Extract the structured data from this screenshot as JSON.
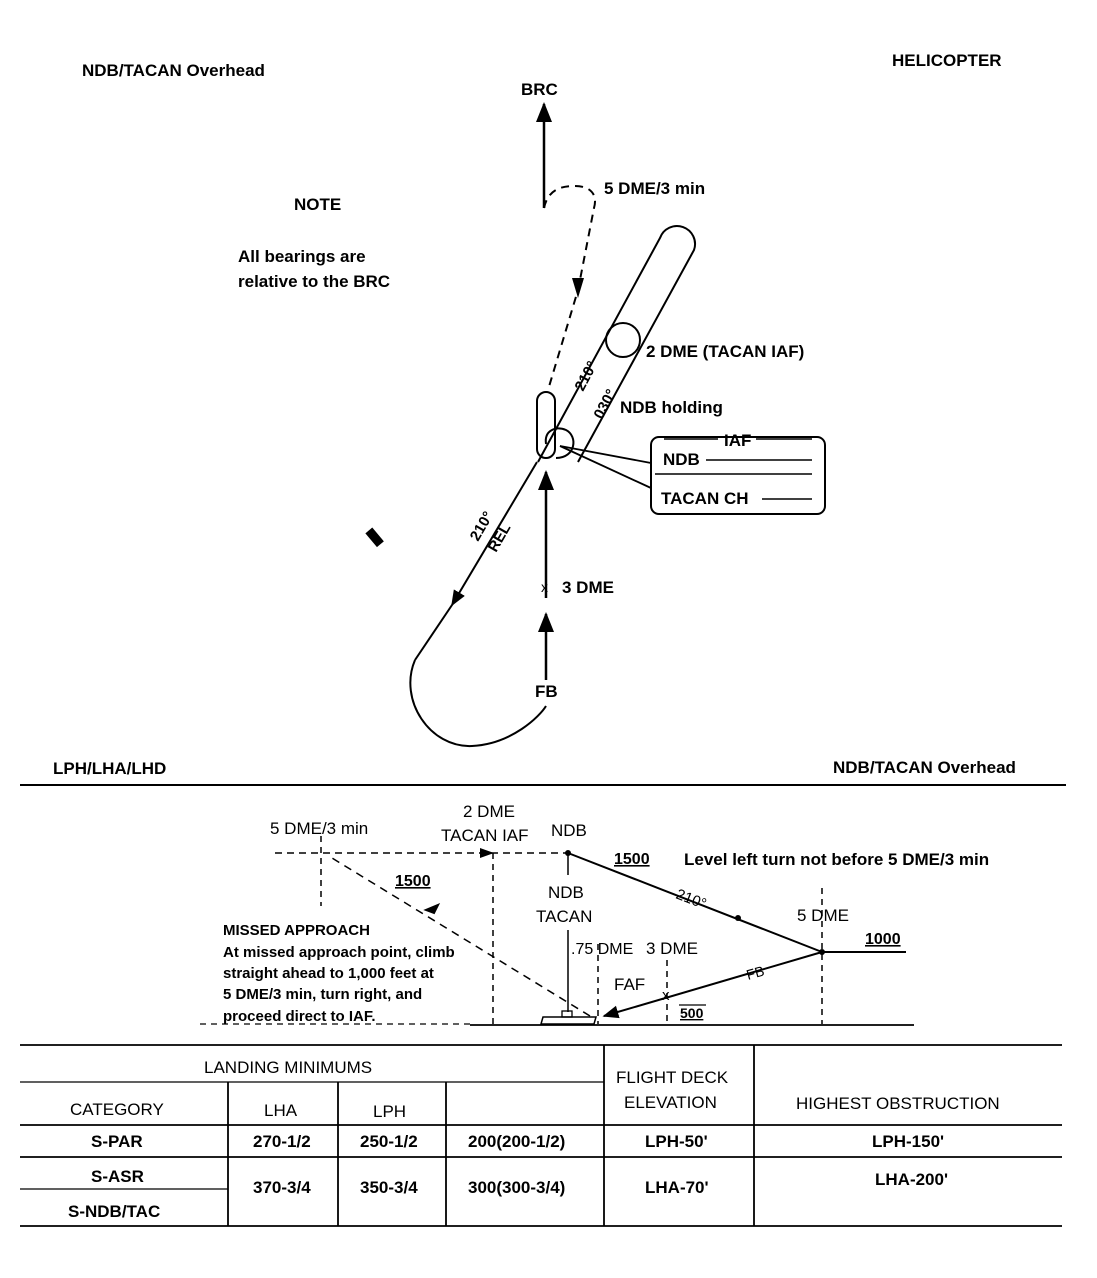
{
  "header": {
    "top_left": "NDB/TACAN Overhead",
    "top_right": "HELICOPTER",
    "mid_left": "LPH/LHA/LHD",
    "mid_right": "NDB/TACAN Overhead"
  },
  "plan_view": {
    "brc": "BRC",
    "outbound_limit": "5 DME/3 min",
    "note_title": "NOTE",
    "note_line1": "All bearings are",
    "note_line2": "relative to the BRC",
    "tacan_iaf": "2 DME (TACAN IAF)",
    "ndb_holding": "NDB holding",
    "course_210": "210°",
    "course_030": "030°",
    "course_210_rel": "210°",
    "rel": "REL",
    "dme3": "3 DME",
    "fb": "FB",
    "x_mark": "x",
    "box_iaf": "IAF",
    "box_ndb": "NDB",
    "box_tacan": "TACAN CH"
  },
  "profile_view": {
    "dme5_3min": "5 DME/3 min",
    "dme2": "2 DME",
    "tacan_iaf": "TACAN IAF",
    "ndb_top": "NDB",
    "alt_1500_top": "1500",
    "level_turn": "Level left turn not before 5 DME/3 min",
    "alt_1500_missed": "1500",
    "ndb_mid": "NDB",
    "tacan_mid": "TACAN",
    "course_210": "210°",
    "dme5": "5 DME",
    "alt_1000": "1000",
    "missed_title": "MISSED APPROACH",
    "missed_line1": "At missed approach point, climb",
    "missed_line2": "straight ahead to 1,000 feet at",
    "missed_line3": "5 DME/3 min, turn right, and",
    "missed_line4": "proceed direct to IAF.",
    "dme075": ".75 DME",
    "dme3": "3 DME",
    "faf": "FAF",
    "fb": "FB",
    "alt_500": "500",
    "x_mark": "x"
  },
  "minimums_table": {
    "title": "LANDING MINIMUMS",
    "flight_deck_line1": "FLIGHT DECK",
    "flight_deck_line2": "ELEVATION",
    "highest_obstruction": "HIGHEST OBSTRUCTION",
    "headers": {
      "category": "CATEGORY",
      "lha": "LHA",
      "lph": "LPH"
    },
    "rows": {
      "spar": {
        "category": "S-PAR",
        "lha": "270-1/2",
        "lph": "250-1/2",
        "other": "200(200-1/2)",
        "deck": "LPH-50'",
        "obstruction": "LPH-150'"
      },
      "sasr": {
        "category": "S-ASR"
      },
      "sndb": {
        "category": "S-NDB/TAC"
      },
      "asr_ndb_shared": {
        "lha": "370-3/4",
        "lph": "350-3/4",
        "other": "300(300-3/4)",
        "deck": "LHA-70'",
        "obstruction": "LHA-200'"
      }
    }
  }
}
